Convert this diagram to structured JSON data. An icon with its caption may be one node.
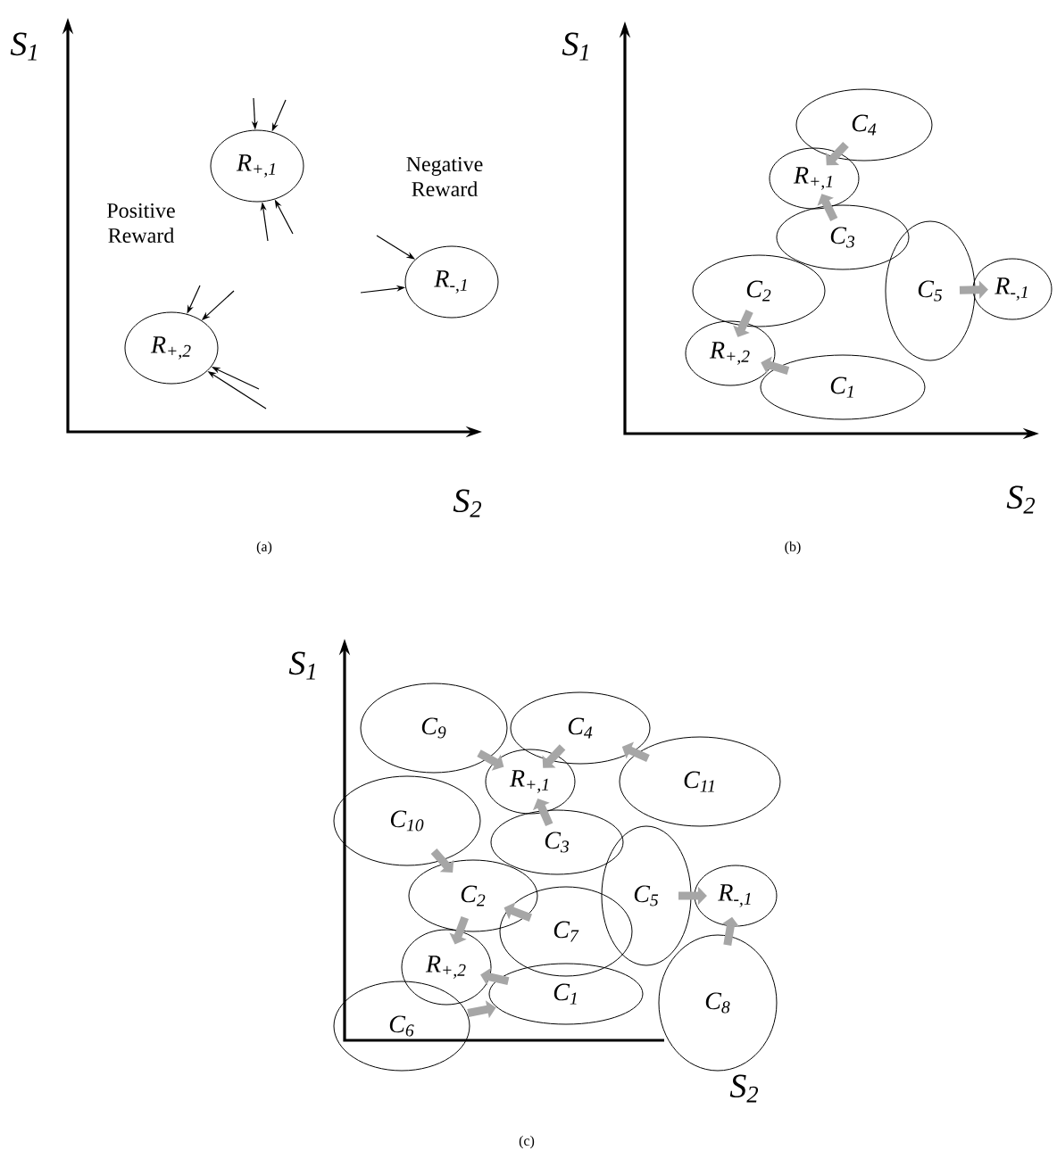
{
  "diagram": {
    "nodes": [
      {
        "text": [
          "R$_{+,1}$"
        ]
      },
      {
        "text": [
          "R$_{+,2}$"
        ]
      },
      {
        "text": [
          "R$_{-,1}$"
        ]
      },
      {
        "text": [
          "C$_{4}$"
        ]
      },
      {
        "text": [
          "R$_{+,1}$"
        ]
      },
      {
        "text": [
          "C$_{3}$"
        ]
      },
      {
        "text": [
          "C$_{2}$"
        ]
      },
      {
        "text": [
          "R$_{+,2}$"
        ]
      },
      {
        "text": [
          "C$_{1}$"
        ]
      },
      {
        "text": [
          "C$_{5}$"
        ]
      },
      {
        "text": [
          "R$_{-,1}$"
        ]
      },
      {
        "text": [
          "C$_{9}$"
        ]
      },
      {
        "text": [
          "C$_{4}$"
        ]
      },
      {
        "text": [
          "R$_{+,1}$"
        ]
      },
      {
        "text": [
          "C$_{11}$"
        ]
      },
      {
        "text": [
          "C$_{10}$"
        ]
      },
      {
        "text": [
          "C$_{3}$"
        ]
      },
      {
        "text": [
          "C$_{2}$"
        ]
      },
      {
        "text": [
          "C$_{7}$"
        ]
      },
      {
        "text": [
          "C$_{5}$"
        ]
      },
      {
        "text": [
          "R$_{-,1}$"
        ]
      },
      {
        "text": [
          "R$_{+,2}$"
        ]
      },
      {
        "text": [
          "C$_{1}$"
        ]
      },
      {
        "text": [
          "C$_{6}$"
        ]
      },
      {
        "text": [
          "C$_{8}$"
        ]
      }
    ],
    "edges": [
      {
        "from": null,
        "to": 0,
        "arrow": "to",
        "color": "#000000"
      },
      {
        "from": null,
        "to": 0,
        "arrow": "to",
        "color": "#000000"
      },
      {
        "from": null,
        "to": 0,
        "arrow": "to",
        "color": "#000000"
      },
      {
        "from": null,
        "to": 0,
        "arrow": "to",
        "color": "#000000"
      },
      {
        "from": null,
        "to": 1,
        "arrow": "to",
        "color": "#000000"
      },
      {
        "from": null,
        "to": 1,
        "arrow": "to",
        "color": "#000000"
      },
      {
        "from": null,
        "to": 1,
        "arrow": "to",
        "color": "#000000"
      },
      {
        "from": null,
        "to": 1,
        "arrow": "to",
        "color": "#000000"
      },
      {
        "from": null,
        "to": 2,
        "arrow": "to",
        "color": "#000000"
      },
      {
        "from": null,
        "to": 2,
        "arrow": "to",
        "color": "#000000"
      },
      {
        "from": 3,
        "to": 4,
        "arrow": "to"
      },
      {
        "from": 5,
        "to": 4,
        "arrow": "to"
      },
      {
        "from": 6,
        "to": 7,
        "arrow": "to"
      },
      {
        "from": 8,
        "to": 7,
        "arrow": "to"
      },
      {
        "from": 9,
        "to": 10,
        "arrow": "to"
      },
      {
        "from": 11,
        "to": 13,
        "arrow": "to"
      },
      {
        "from": 12,
        "to": 13,
        "arrow": "to"
      },
      {
        "from": 16,
        "to": 13,
        "arrow": "to"
      },
      {
        "from": 14,
        "to": 12,
        "arrow": "to"
      },
      {
        "from": 15,
        "to": 17,
        "arrow": "to"
      },
      {
        "from": 18,
        "to": 17,
        "arrow": "to"
      },
      {
        "from": 17,
        "to": 21,
        "arrow": "to"
      },
      {
        "from": 22,
        "to": 21,
        "arrow": "to"
      },
      {
        "from": 23,
        "to": 22,
        "arrow": "to"
      },
      {
        "from": 19,
        "to": 20,
        "arrow": "to"
      },
      {
        "from": 24,
        "to": 20,
        "arrow": "to"
      }
    ],
    "labels": [
      "S$_{1}$",
      "Positive Reward",
      "Negative Reward",
      "S$_{2}$",
      "(a)",
      "S$_{1}$",
      "S$_{2}$",
      "(b)",
      "S$_{1}$",
      "S$_{2}$",
      "(c)"
    ]
  }
}
